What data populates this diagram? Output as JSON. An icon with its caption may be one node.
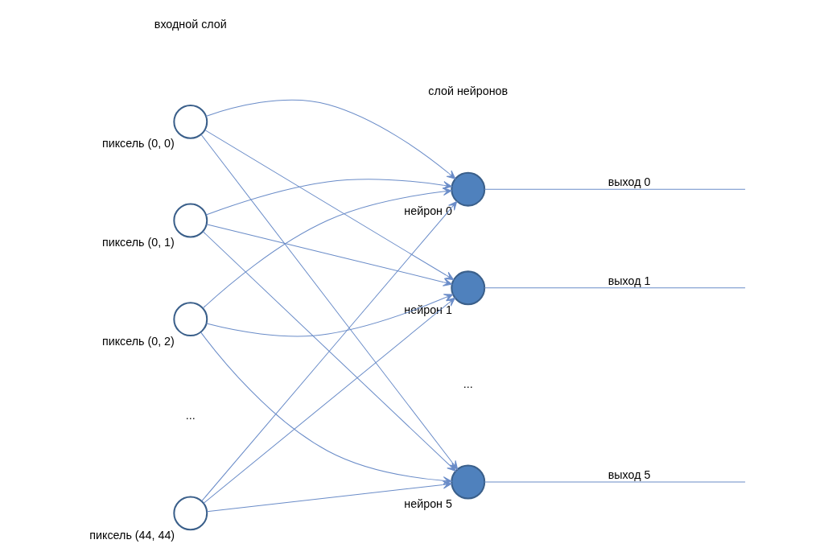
{
  "diagram": {
    "nodes": [
      {
        "text": [],
        "shape": "circle",
        "beside": [
          "пиксель (0, 0)"
        ]
      },
      {
        "text": [],
        "shape": "circle",
        "beside": [
          "пиксель (0, 1)"
        ]
      },
      {
        "text": [],
        "shape": "circle",
        "beside": [
          "пиксель (0, 2)"
        ]
      },
      {
        "text": [],
        "shape": "circle",
        "beside": [
          "пиксель (44, 44)"
        ]
      },
      {
        "text": [],
        "shape": "circle",
        "beside": [
          "нейрон 0"
        ]
      },
      {
        "text": [],
        "shape": "circle",
        "beside": [
          "нейрон 1"
        ]
      },
      {
        "text": [],
        "shape": "circle",
        "beside": [
          "нейрон 5"
        ]
      }
    ],
    "edges": [
      {
        "from": 0,
        "to": 4,
        "arrow": "to"
      },
      {
        "from": 0,
        "to": 5,
        "arrow": "to"
      },
      {
        "from": 0,
        "to": 6,
        "arrow": "to"
      },
      {
        "from": 1,
        "to": 4,
        "arrow": "to"
      },
      {
        "from": 1,
        "to": 5,
        "arrow": "to"
      },
      {
        "from": 1,
        "to": 6,
        "arrow": "to"
      },
      {
        "from": 2,
        "to": 4,
        "arrow": "to"
      },
      {
        "from": 2,
        "to": 5,
        "arrow": "to"
      },
      {
        "from": 2,
        "to": 6,
        "arrow": "to"
      },
      {
        "from": 3,
        "to": 4,
        "arrow": "to"
      },
      {
        "from": 3,
        "to": 5,
        "arrow": "to"
      },
      {
        "from": 3,
        "to": 6,
        "arrow": "to"
      },
      {
        "from": 4,
        "to": null,
        "arrow": "none",
        "label": "выход 0"
      },
      {
        "from": 5,
        "to": null,
        "arrow": "none",
        "label": "выход 1"
      },
      {
        "from": 6,
        "to": null,
        "arrow": "none",
        "label": "выход 5"
      }
    ],
    "labels": [
      "входной слой",
      "слой нейронов",
      "...",
      "..."
    ]
  }
}
